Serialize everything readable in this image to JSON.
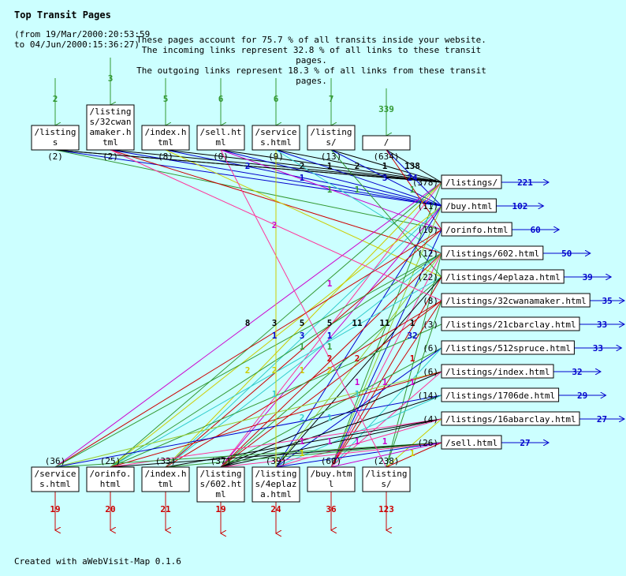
{
  "title": "Top Transit Pages",
  "range_line1": "(from 19/Mar/2000:20:53:59",
  "range_line2": "to 04/Jun/2000:15:36:27)",
  "summary_line1": "These pages account for 75.7 % of all transits inside your website.",
  "summary_line2": "The incoming links represent 32.8 % of all links to these transit pages.",
  "summary_line3": "The outgoing links represent 18.3 % of all links from these transit pages.",
  "footer": "Created with aWebVisit-Map 0.1.6",
  "colors": {
    "background": "#ccffff",
    "incoming": "#339933",
    "outgoing": "#cc0000",
    "right_counts": "#0000cc"
  },
  "top_nodes": [
    {
      "lines": [
        "/listing",
        "s"
      ],
      "count": "(2)",
      "in": "2"
    },
    {
      "lines": [
        "/listing",
        "s/32cwan",
        "amaker.h",
        "tml"
      ],
      "count": "(2)",
      "in": "3"
    },
    {
      "lines": [
        "/index.h",
        "tml"
      ],
      "count": "(8)",
      "in": "5"
    },
    {
      "lines": [
        "/sell.ht",
        "ml"
      ],
      "count": "(0)",
      "in": "6"
    },
    {
      "lines": [
        "/service",
        "s.html"
      ],
      "count": "(9)",
      "in": "6"
    },
    {
      "lines": [
        "/listing",
        "s/"
      ],
      "count": "(13)",
      "in": "7"
    },
    {
      "lines": [
        "/"
      ],
      "count": "(634)",
      "in": "339"
    }
  ],
  "right_nodes": [
    {
      "label": "/listings/",
      "count": "(378)",
      "num": "221"
    },
    {
      "label": "/buy.html",
      "count": "(11)",
      "num": "102"
    },
    {
      "label": "/orinfo.html",
      "count": "(10)",
      "num": "60"
    },
    {
      "label": "/listings/602.html",
      "count": "(12)",
      "num": "50"
    },
    {
      "label": "/listings/4eplaza.html",
      "count": "(22)",
      "num": "39"
    },
    {
      "label": "/listings/32cwanamaker.html",
      "count": "(8)",
      "num": "35"
    },
    {
      "label": "/listings/21cbarclay.html",
      "count": "(3)",
      "num": "33"
    },
    {
      "label": "/listings/512spruce.html",
      "count": "(6)",
      "num": "33"
    },
    {
      "label": "/listings/index.html",
      "count": "(6)",
      "num": "32"
    },
    {
      "label": "/listings/1706de.html",
      "count": "(14)",
      "num": "29"
    },
    {
      "label": "/listings/16abarclay.html",
      "count": "(4)",
      "num": "27"
    },
    {
      "label": "/sell.html",
      "count": "(26)",
      "num": "27"
    }
  ],
  "bottom_nodes": [
    {
      "lines": [
        "/service",
        "s.html"
      ],
      "count": "(36)",
      "out": "19"
    },
    {
      "lines": [
        "/orinfo.",
        "html"
      ],
      "count": "(25)",
      "out": "20"
    },
    {
      "lines": [
        "/index.h",
        "tml"
      ],
      "count": "(33)",
      "out": "21"
    },
    {
      "lines": [
        "/listing",
        "s/602.ht",
        "ml"
      ],
      "count": "(37)",
      "out": "19"
    },
    {
      "lines": [
        "/listing",
        "s/4eplaz",
        "a.html"
      ],
      "count": "(39)",
      "out": "24"
    },
    {
      "lines": [
        "/buy.htm",
        "l"
      ],
      "count": "(60)",
      "out": "36"
    },
    {
      "lines": [
        "/listing",
        "s/"
      ],
      "count": "(238)",
      "out": "123"
    }
  ],
  "link_labels": [
    {
      "text": "2",
      "color": "#0000cc"
    },
    {
      "text": "2",
      "color": "#000000"
    },
    {
      "text": "1",
      "color": "#000000"
    },
    {
      "text": "2",
      "color": "#000000"
    },
    {
      "text": "1",
      "color": "#000000"
    },
    {
      "text": "138",
      "color": "#000000"
    },
    {
      "text": "1",
      "color": "#0000cc"
    },
    {
      "text": "3",
      "color": "#0000cc"
    },
    {
      "text": "24",
      "color": "#0000cc"
    },
    {
      "text": "1",
      "color": "#339933"
    },
    {
      "text": "1",
      "color": "#339933"
    },
    {
      "text": "1",
      "color": "#339933"
    },
    {
      "text": "2",
      "color": "#cc00cc"
    },
    {
      "text": "1",
      "color": "#cc00cc"
    },
    {
      "text": "8",
      "color": "#000000"
    },
    {
      "text": "3",
      "color": "#000000"
    },
    {
      "text": "5",
      "color": "#000000"
    },
    {
      "text": "5",
      "color": "#000000"
    },
    {
      "text": "11",
      "color": "#000000"
    },
    {
      "text": "11",
      "color": "#000000"
    },
    {
      "text": "1",
      "color": "#000000"
    },
    {
      "text": "1",
      "color": "#0000cc"
    },
    {
      "text": "3",
      "color": "#0000cc"
    },
    {
      "text": "1",
      "color": "#0000cc"
    },
    {
      "text": "32",
      "color": "#0000cc"
    },
    {
      "text": "1",
      "color": "#339933"
    },
    {
      "text": "1",
      "color": "#339933"
    },
    {
      "text": "2",
      "color": "#cc0000"
    },
    {
      "text": "2",
      "color": "#cc0000"
    },
    {
      "text": "1",
      "color": "#cc0000"
    },
    {
      "text": "2",
      "color": "#cccc00"
    },
    {
      "text": "2",
      "color": "#cccc00"
    },
    {
      "text": "1",
      "color": "#cccc00"
    },
    {
      "text": "2",
      "color": "#cccc00"
    },
    {
      "text": "1",
      "color": "#cc00cc"
    },
    {
      "text": "1",
      "color": "#cc00cc"
    },
    {
      "text": "1",
      "color": "#cc00cc"
    },
    {
      "text": "1",
      "color": "#33cccc"
    },
    {
      "text": "1",
      "color": "#33cccc"
    },
    {
      "text": "2",
      "color": "#33cccc"
    },
    {
      "text": "1",
      "color": "#33cccc"
    },
    {
      "text": "1",
      "color": "#cc00cc"
    },
    {
      "text": "1",
      "color": "#cc00cc"
    },
    {
      "text": "1",
      "color": "#cc00cc"
    },
    {
      "text": "1",
      "color": "#cc00cc"
    },
    {
      "text": "1",
      "color": "#cccc00"
    },
    {
      "text": "1",
      "color": "#cccc00"
    }
  ]
}
